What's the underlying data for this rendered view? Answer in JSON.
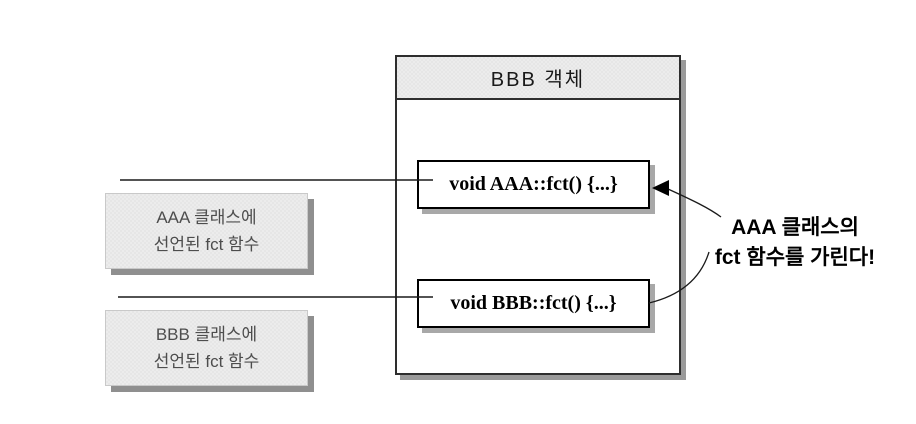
{
  "diagram": {
    "object_box": {
      "title": "BBB 객체",
      "methods": [
        {
          "code": "void AAA::fct() {...}"
        },
        {
          "code": "void BBB::fct() {...}"
        }
      ]
    },
    "labels": [
      {
        "line1": "AAA 클래스에",
        "line2": "선언된 fct 함수"
      },
      {
        "line1": "BBB 클래스에",
        "line2": "선언된 fct 함수"
      }
    ],
    "annotation": {
      "line1": "AAA 클래스의",
      "line2": "fct 함수를 가린다!"
    },
    "icons": {
      "arrow": "left-arrowhead-icon"
    },
    "colors": {
      "box_fill": "#ececec",
      "box_border": "#2e2e2e",
      "shadow": "#8f8f8f",
      "gray_text": "#4d4d4d",
      "line": "#1a1a1a"
    }
  }
}
